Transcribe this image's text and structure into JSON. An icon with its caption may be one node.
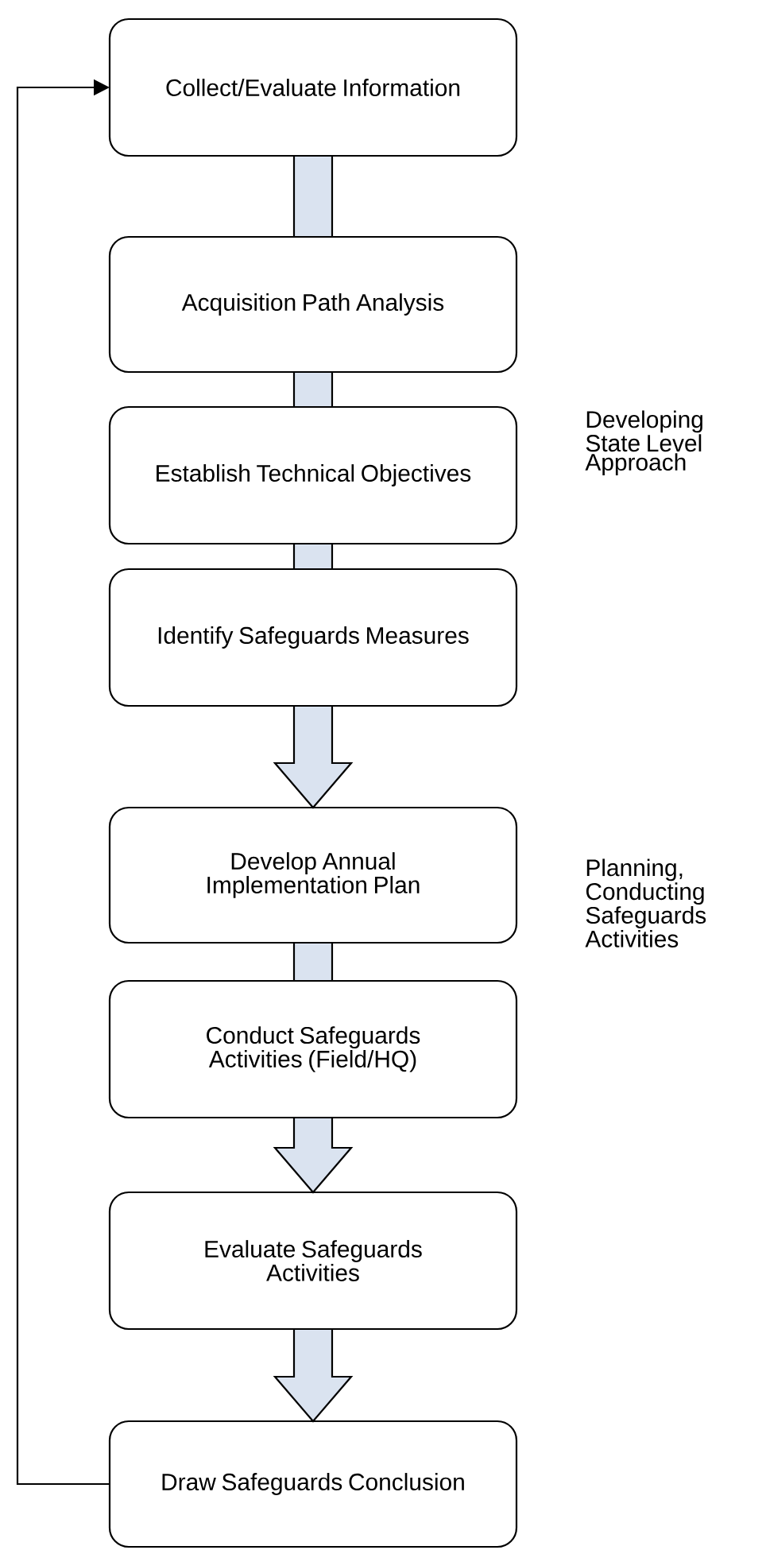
{
  "diagram": {
    "nodes": [
      {
        "text": [
          "Collect/Evaluate Information"
        ]
      },
      {
        "text": [
          "Acquisition Path Analysis"
        ]
      },
      {
        "text": [
          "Establish Technical Objectives"
        ]
      },
      {
        "text": [
          "Identify Safeguards Measures"
        ]
      },
      {
        "text": [
          "Develop Annual Implementation Plan"
        ]
      },
      {
        "text": [
          "Conduct Safeguards Activities (Field/HQ)"
        ]
      },
      {
        "text": [
          "Evaluate Safeguards Activities"
        ]
      },
      {
        "text": [
          "Draw Safeguards Conclusion"
        ]
      }
    ],
    "edges": [
      {
        "from": 0,
        "to": 1,
        "arrow": "none"
      },
      {
        "from": 1,
        "to": 2,
        "arrow": "none"
      },
      {
        "from": 2,
        "to": 3,
        "arrow": "none"
      },
      {
        "from": 3,
        "to": 4,
        "arrow": "to"
      },
      {
        "from": 4,
        "to": 5,
        "arrow": "none"
      },
      {
        "from": 5,
        "to": 6,
        "arrow": "to"
      },
      {
        "from": 6,
        "to": 7,
        "arrow": "to"
      },
      {
        "from": 7,
        "to": 0,
        "arrow": "to"
      }
    ],
    "labels": [
      "Developing State Level Approach",
      "Planning, Conducting Safeguards Activities"
    ]
  }
}
